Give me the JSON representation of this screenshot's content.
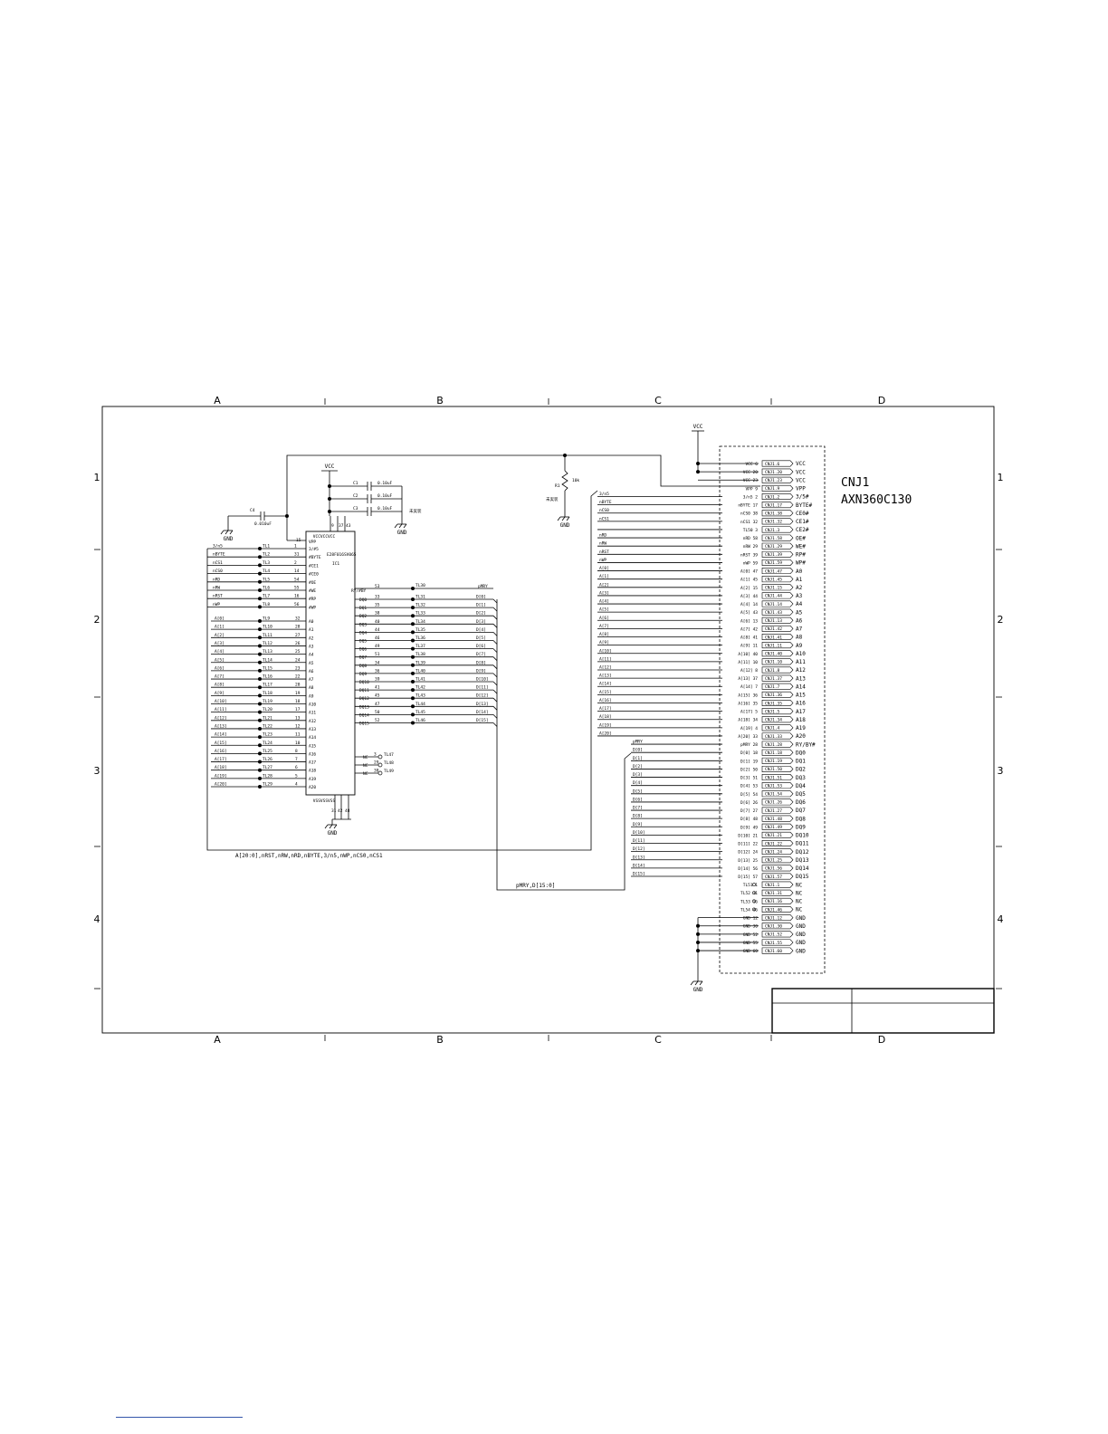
{
  "frame": {
    "columns": [
      "A",
      "B",
      "C",
      "D"
    ],
    "rows": [
      "1",
      "2",
      "3",
      "4"
    ]
  },
  "power": {
    "vcc": "VCC",
    "gnd": "GND"
  },
  "capacitors": [
    {
      "ref": "C1",
      "value": "0.10uF"
    },
    {
      "ref": "C2",
      "value": "0.10uF"
    },
    {
      "ref": "C3",
      "value": "0.10uF"
    },
    {
      "ref": "C4",
      "value": "0.010uF"
    }
  ],
  "cap_note": "未実装",
  "resistor": {
    "ref": "R1",
    "value": "10k",
    "note": "未実装"
  },
  "ic": {
    "part": "E28F016SV065",
    "ref": "IC1",
    "top_pins": "VCCVCCVCC",
    "top_pin_nums": [
      "9",
      "37",
      "43"
    ],
    "bottom_pins": "VSSVSSVSS",
    "bottom_pin_nums": [
      "31",
      "42",
      "48"
    ],
    "vpp": {
      "name": "VPP",
      "num": "15"
    },
    "ctrl": [
      {
        "net": "3/n5",
        "tl": "TL1",
        "num": "1",
        "pin": "3/#5"
      },
      {
        "net": "nBYTE",
        "tl": "TL2",
        "num": "31",
        "pin": "#BYTE"
      },
      {
        "net": "nCS1",
        "tl": "TL3",
        "num": "2",
        "pin": "#CE1"
      },
      {
        "net": "nCS0",
        "tl": "TL4",
        "num": "14",
        "pin": "#CE0"
      },
      {
        "net": "nRD",
        "tl": "TL5",
        "num": "54",
        "pin": "#OE"
      },
      {
        "net": "nRW",
        "tl": "TL6",
        "num": "55",
        "pin": "#WE"
      },
      {
        "net": "nRST",
        "tl": "TL7",
        "num": "16",
        "pin": "#RP"
      },
      {
        "net": "nWP",
        "tl": "TL8",
        "num": "56",
        "pin": "#WP"
      }
    ],
    "addr": [
      {
        "net": "A[0]",
        "tl": "TL9",
        "num": "32",
        "pin": "A0"
      },
      {
        "net": "A[1]",
        "tl": "TL10",
        "num": "28",
        "pin": "A1"
      },
      {
        "net": "A[2]",
        "tl": "TL11",
        "num": "27",
        "pin": "A2"
      },
      {
        "net": "A[3]",
        "tl": "TL12",
        "num": "26",
        "pin": "A3"
      },
      {
        "net": "A[4]",
        "tl": "TL13",
        "num": "25",
        "pin": "A4"
      },
      {
        "net": "A[5]",
        "tl": "TL14",
        "num": "24",
        "pin": "A5"
      },
      {
        "net": "A[6]",
        "tl": "TL15",
        "num": "23",
        "pin": "A6"
      },
      {
        "net": "A[7]",
        "tl": "TL16",
        "num": "22",
        "pin": "A7"
      },
      {
        "net": "A[8]",
        "tl": "TL17",
        "num": "20",
        "pin": "A8"
      },
      {
        "net": "A[9]",
        "tl": "TL18",
        "num": "19",
        "pin": "A9"
      },
      {
        "net": "A[10]",
        "tl": "TL19",
        "num": "18",
        "pin": "A10"
      },
      {
        "net": "A[11]",
        "tl": "TL20",
        "num": "17",
        "pin": "A11"
      },
      {
        "net": "A[12]",
        "tl": "TL21",
        "num": "13",
        "pin": "A12"
      },
      {
        "net": "A[13]",
        "tl": "TL22",
        "num": "12",
        "pin": "A13"
      },
      {
        "net": "A[14]",
        "tl": "TL23",
        "num": "11",
        "pin": "A14"
      },
      {
        "net": "A[15]",
        "tl": "TL24",
        "num": "10",
        "pin": "A15"
      },
      {
        "net": "A[16]",
        "tl": "TL25",
        "num": "8",
        "pin": "A16"
      },
      {
        "net": "A[17]",
        "tl": "TL26",
        "num": "7",
        "pin": "A17"
      },
      {
        "net": "A[18]",
        "tl": "TL27",
        "num": "6",
        "pin": "A18"
      },
      {
        "net": "A[19]",
        "tl": "TL28",
        "num": "5",
        "pin": "A19"
      },
      {
        "net": "A[20]",
        "tl": "TL29",
        "num": "4",
        "pin": "A20"
      }
    ],
    "ry": {
      "pin": "RY/#BY",
      "num": "53",
      "tl": "TL30",
      "net": "pMRY"
    },
    "data": [
      {
        "pin": "DQ0",
        "num": "33",
        "tl": "TL31",
        "net": "D[0]"
      },
      {
        "pin": "DQ1",
        "num": "35",
        "tl": "TL32",
        "net": "D[1]"
      },
      {
        "pin": "DQ2",
        "num": "38",
        "tl": "TL33",
        "net": "D[2]"
      },
      {
        "pin": "DQ3",
        "num": "40",
        "tl": "TL34",
        "net": "D[3]"
      },
      {
        "pin": "DQ4",
        "num": "44",
        "tl": "TL35",
        "net": "D[4]"
      },
      {
        "pin": "DQ5",
        "num": "46",
        "tl": "TL36",
        "net": "D[5]"
      },
      {
        "pin": "DQ6",
        "num": "49",
        "tl": "TL37",
        "net": "D[6]"
      },
      {
        "pin": "DQ7",
        "num": "51",
        "tl": "TL38",
        "net": "D[7]"
      },
      {
        "pin": "DQ8",
        "num": "34",
        "tl": "TL39",
        "net": "D[8]"
      },
      {
        "pin": "DQ9",
        "num": "36",
        "tl": "TL40",
        "net": "D[9]"
      },
      {
        "pin": "DQ10",
        "num": "39",
        "tl": "TL41",
        "net": "D[10]"
      },
      {
        "pin": "DQ11",
        "num": "41",
        "tl": "TL42",
        "net": "D[11]"
      },
      {
        "pin": "DQ12",
        "num": "45",
        "tl": "TL43",
        "net": "D[12]"
      },
      {
        "pin": "DQ13",
        "num": "47",
        "tl": "TL44",
        "net": "D[13]"
      },
      {
        "pin": "DQ14",
        "num": "50",
        "tl": "TL45",
        "net": "D[14]"
      },
      {
        "pin": "DQ15",
        "num": "52",
        "tl": "TL46",
        "net": "D[15]"
      }
    ],
    "nc": [
      {
        "pin": "NC",
        "num": "3",
        "tl": "TL47"
      },
      {
        "pin": "NC",
        "num": "29",
        "tl": "TL48"
      },
      {
        "pin": "NC",
        "num": "30",
        "tl": "TL49"
      }
    ]
  },
  "bus_labels": {
    "addr_bus": "A[20:0],nRST,nRW,nRD,nBYTE,3/n5,nWP,nCS0,nCS1",
    "data_bus": "pMRY,D[15:0]"
  },
  "connector": {
    "ref": "CNJ1",
    "part": "AXN360C130",
    "pins": [
      {
        "name": "VCC",
        "num": "6",
        "tag": "CNJ1.6",
        "func": "VCC"
      },
      {
        "name": "VCC",
        "num": "20",
        "tag": "CNJ1.20",
        "func": "VCC"
      },
      {
        "name": "VCC",
        "num": "23",
        "tag": "CNJ1.23",
        "func": "VCC"
      },
      {
        "name": "VPP",
        "num": "9",
        "tag": "CNJ1.9",
        "func": "VPP"
      },
      {
        "name": "3/n5",
        "num": "2",
        "tag": "CNJ1.2",
        "func": "3/5#"
      },
      {
        "name": "nBYTE",
        "num": "17",
        "tag": "CNJ1.17",
        "func": "BYTE#"
      },
      {
        "name": "nCS0",
        "num": "38",
        "tag": "CNJ1.38",
        "func": "CE0#"
      },
      {
        "name": "nCS1",
        "num": "32",
        "tag": "CNJ1.32",
        "func": "CE1#"
      },
      {
        "name": "TL50",
        "num": "3",
        "tag": "CNJ1.3",
        "func": "CE2#"
      },
      {
        "name": "nRD",
        "num": "58",
        "tag": "CNJ1.58",
        "func": "OE#"
      },
      {
        "name": "nRW",
        "num": "29",
        "tag": "CNJ1.29",
        "func": "WE#"
      },
      {
        "name": "nRST",
        "num": "39",
        "tag": "CNJ1.39",
        "func": "RP#"
      },
      {
        "name": "nWP",
        "num": "59",
        "tag": "CNJ1.59",
        "func": "WP#"
      },
      {
        "name": "A[0]",
        "num": "47",
        "tag": "CNJ1.47",
        "func": "A0"
      },
      {
        "name": "A[1]",
        "num": "45",
        "tag": "CNJ1.45",
        "func": "A1"
      },
      {
        "name": "A[2]",
        "num": "15",
        "tag": "CNJ1.15",
        "func": "A2"
      },
      {
        "name": "A[3]",
        "num": "44",
        "tag": "CNJ1.44",
        "func": "A3"
      },
      {
        "name": "A[4]",
        "num": "14",
        "tag": "CNJ1.14",
        "func": "A4"
      },
      {
        "name": "A[5]",
        "num": "43",
        "tag": "CNJ1.43",
        "func": "A5"
      },
      {
        "name": "A[6]",
        "num": "13",
        "tag": "CNJ1.13",
        "func": "A6"
      },
      {
        "name": "A[7]",
        "num": "42",
        "tag": "CNJ1.42",
        "func": "A7"
      },
      {
        "name": "A[8]",
        "num": "41",
        "tag": "CNJ1.41",
        "func": "A8"
      },
      {
        "name": "A[9]",
        "num": "11",
        "tag": "CNJ1.11",
        "func": "A9"
      },
      {
        "name": "A[10]",
        "num": "40",
        "tag": "CNJ1.40",
        "func": "A10"
      },
      {
        "name": "A[11]",
        "num": "10",
        "tag": "CNJ1.10",
        "func": "A11"
      },
      {
        "name": "A[12]",
        "num": "8",
        "tag": "CNJ1.8",
        "func": "A12"
      },
      {
        "name": "A[13]",
        "num": "37",
        "tag": "CNJ1.37",
        "func": "A13"
      },
      {
        "name": "A[14]",
        "num": "7",
        "tag": "CNJ1.7",
        "func": "A14"
      },
      {
        "name": "A[15]",
        "num": "36",
        "tag": "CNJ1.36",
        "func": "A15"
      },
      {
        "name": "A[16]",
        "num": "35",
        "tag": "CNJ1.35",
        "func": "A16"
      },
      {
        "name": "A[17]",
        "num": "5",
        "tag": "CNJ1.5",
        "func": "A17"
      },
      {
        "name": "A[18]",
        "num": "34",
        "tag": "CNJ1.34",
        "func": "A18"
      },
      {
        "name": "A[19]",
        "num": "4",
        "tag": "CNJ1.4",
        "func": "A19"
      },
      {
        "name": "A[20]",
        "num": "33",
        "tag": "CNJ1.33",
        "func": "A20"
      },
      {
        "name": "pMRY",
        "num": "28",
        "tag": "CNJ1.28",
        "func": "RY/BY#"
      },
      {
        "name": "D[0]",
        "num": "18",
        "tag": "CNJ1.18",
        "func": "DQ0"
      },
      {
        "name": "D[1]",
        "num": "19",
        "tag": "CNJ1.19",
        "func": "DQ1"
      },
      {
        "name": "D[2]",
        "num": "50",
        "tag": "CNJ1.50",
        "func": "DQ2"
      },
      {
        "name": "D[3]",
        "num": "51",
        "tag": "CNJ1.51",
        "func": "DQ3"
      },
      {
        "name": "D[4]",
        "num": "53",
        "tag": "CNJ1.53",
        "func": "DQ4"
      },
      {
        "name": "D[5]",
        "num": "54",
        "tag": "CNJ1.54",
        "func": "DQ5"
      },
      {
        "name": "D[6]",
        "num": "26",
        "tag": "CNJ1.26",
        "func": "DQ6"
      },
      {
        "name": "D[7]",
        "num": "27",
        "tag": "CNJ1.27",
        "func": "DQ7"
      },
      {
        "name": "D[8]",
        "num": "48",
        "tag": "CNJ1.48",
        "func": "DQ8"
      },
      {
        "name": "D[9]",
        "num": "49",
        "tag": "CNJ1.49",
        "func": "DQ9"
      },
      {
        "name": "D[10]",
        "num": "21",
        "tag": "CNJ1.21",
        "func": "DQ10"
      },
      {
        "name": "D[11]",
        "num": "22",
        "tag": "CNJ1.22",
        "func": "DQ11"
      },
      {
        "name": "D[12]",
        "num": "24",
        "tag": "CNJ1.24",
        "func": "DQ12"
      },
      {
        "name": "D[13]",
        "num": "25",
        "tag": "CNJ1.25",
        "func": "DQ13"
      },
      {
        "name": "D[14]",
        "num": "56",
        "tag": "CNJ1.56",
        "func": "DQ14"
      },
      {
        "name": "D[15]",
        "num": "57",
        "tag": "CNJ1.57",
        "func": "DQ15"
      },
      {
        "name": "TL51",
        "num": "1",
        "tag": "CNJ1.1",
        "func": "NC"
      },
      {
        "name": "TL52",
        "num": "31",
        "tag": "CNJ1.31",
        "func": "NC"
      },
      {
        "name": "TL53",
        "num": "16",
        "tag": "CNJ1.16",
        "func": "NC"
      },
      {
        "name": "TL54",
        "num": "46",
        "tag": "CNJ1.46",
        "func": "NC"
      },
      {
        "name": "GND",
        "num": "12",
        "tag": "CNJ1.12",
        "func": "GND"
      },
      {
        "name": "GND",
        "num": "30",
        "tag": "CNJ1.30",
        "func": "GND"
      },
      {
        "name": "GND",
        "num": "52",
        "tag": "CNJ1.52",
        "func": "GND"
      },
      {
        "name": "GND",
        "num": "55",
        "tag": "CNJ1.55",
        "func": "GND"
      },
      {
        "name": "GND",
        "num": "60",
        "tag": "CNJ1.60",
        "func": "GND"
      }
    ]
  }
}
